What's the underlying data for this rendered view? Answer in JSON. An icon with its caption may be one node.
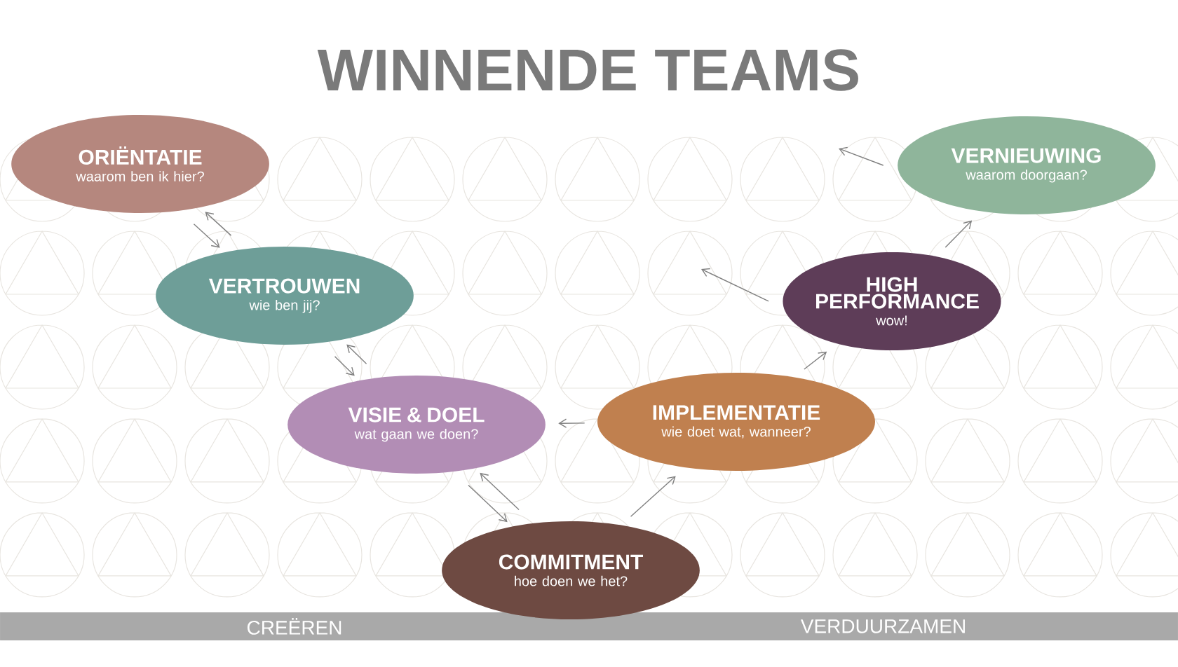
{
  "diagram": {
    "title": "WINNENDE TEAMS",
    "nodes": [
      {
        "text": [
          "ORIËNTATIE",
          "waarom ben ik hier?"
        ]
      },
      {
        "text": [
          "VERTROUWEN",
          "wie ben jij?"
        ]
      },
      {
        "text": [
          "VISIE & DOEL",
          "wat gaan we doen?"
        ]
      },
      {
        "text": [
          "COMMITMENT",
          "hoe doen we het?"
        ]
      },
      {
        "text": [
          "IMPLEMENTATIE",
          "wie doet wat, wanneer?"
        ]
      },
      {
        "text": [
          "HIGH PERFORMANCE",
          "wow!"
        ]
      },
      {
        "text": [
          "VERNIEUWING",
          "waarom doorgaan?"
        ]
      }
    ],
    "edges": [
      {
        "from": 0,
        "to": 1,
        "arrow": "to"
      },
      {
        "from": 1,
        "to": 0,
        "arrow": "to"
      },
      {
        "from": 1,
        "to": 2,
        "arrow": "to"
      },
      {
        "from": 2,
        "to": 1,
        "arrow": "to"
      },
      {
        "from": 2,
        "to": 3,
        "arrow": "to"
      },
      {
        "from": 3,
        "to": 2,
        "arrow": "to"
      },
      {
        "from": 3,
        "to": 4,
        "arrow": "to"
      },
      {
        "from": 4,
        "to": 2,
        "arrow": "to"
      },
      {
        "from": 4,
        "to": 5,
        "arrow": "to"
      },
      {
        "from": 5,
        "to": null,
        "arrow": "to"
      },
      {
        "from": 5,
        "to": 6,
        "arrow": "to"
      },
      {
        "from": 6,
        "to": null,
        "arrow": "to"
      }
    ],
    "labels": [
      "CREËREN",
      "VERDUURZAMEN"
    ]
  }
}
